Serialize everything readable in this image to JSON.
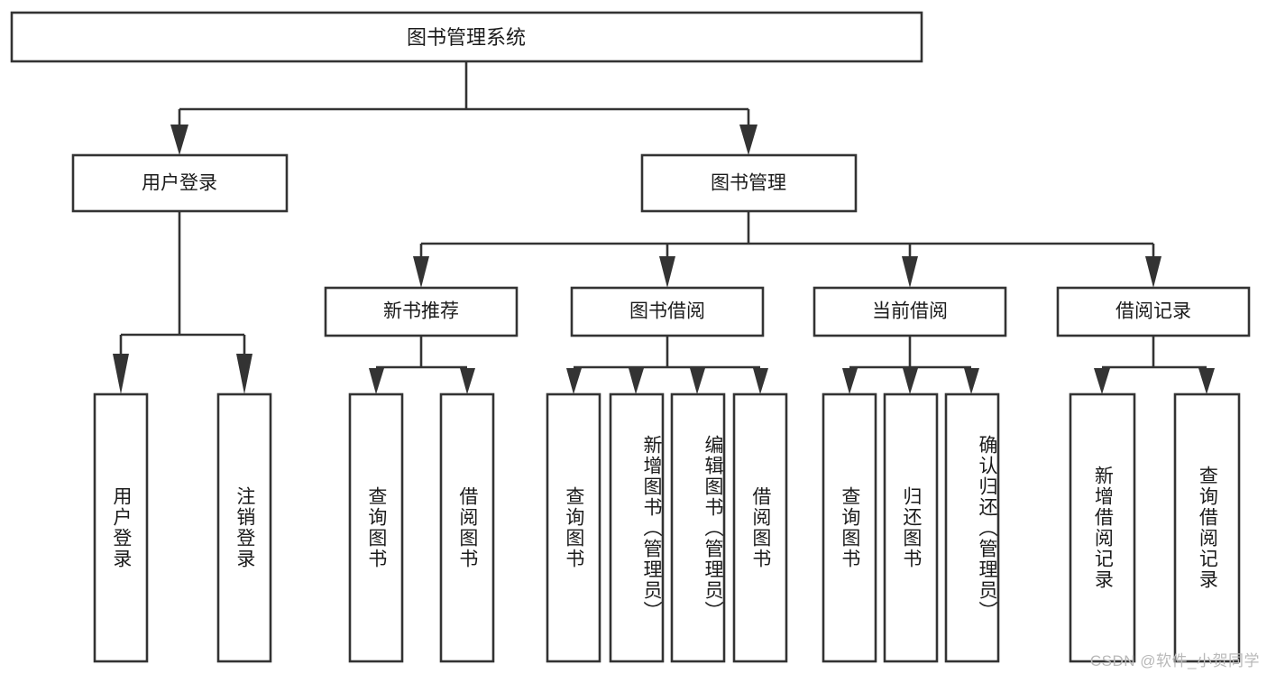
{
  "diagram": {
    "kind": "tree-hierarchy-chart",
    "orientation": "top-down",
    "colors": {
      "stroke": "#333333",
      "box_fill": "#ffffff",
      "text": "#1b1b1b",
      "background": "#ffffff",
      "watermark": "#b9b9b9"
    },
    "root": {
      "label": "图书管理系统"
    },
    "level2": [
      {
        "label": "用户登录"
      },
      {
        "label": "图书管理"
      }
    ],
    "level3": [
      {
        "label": "新书推荐"
      },
      {
        "label": "图书借阅"
      },
      {
        "label": "当前借阅"
      },
      {
        "label": "借阅记录"
      }
    ],
    "leaves": {
      "user_login": [
        {
          "label": "用户登录"
        },
        {
          "label": "注销登录"
        }
      ],
      "new_book_recommend": [
        {
          "label": "查询图书"
        },
        {
          "label": "借阅图书"
        }
      ],
      "book_borrow": [
        {
          "label": "查询图书"
        },
        {
          "label": "新增图书（管理员）"
        },
        {
          "label": "编辑图书（管理员）"
        },
        {
          "label": "借阅图书"
        }
      ],
      "current_borrow": [
        {
          "label": "查询图书"
        },
        {
          "label": "归还图书"
        },
        {
          "label": "确认归还（管理员）"
        }
      ],
      "borrow_record": [
        {
          "label": "新增借阅记录"
        },
        {
          "label": "查询借阅记录"
        }
      ]
    }
  },
  "watermark": {
    "text": "CSDN @软件_小贺同学"
  }
}
